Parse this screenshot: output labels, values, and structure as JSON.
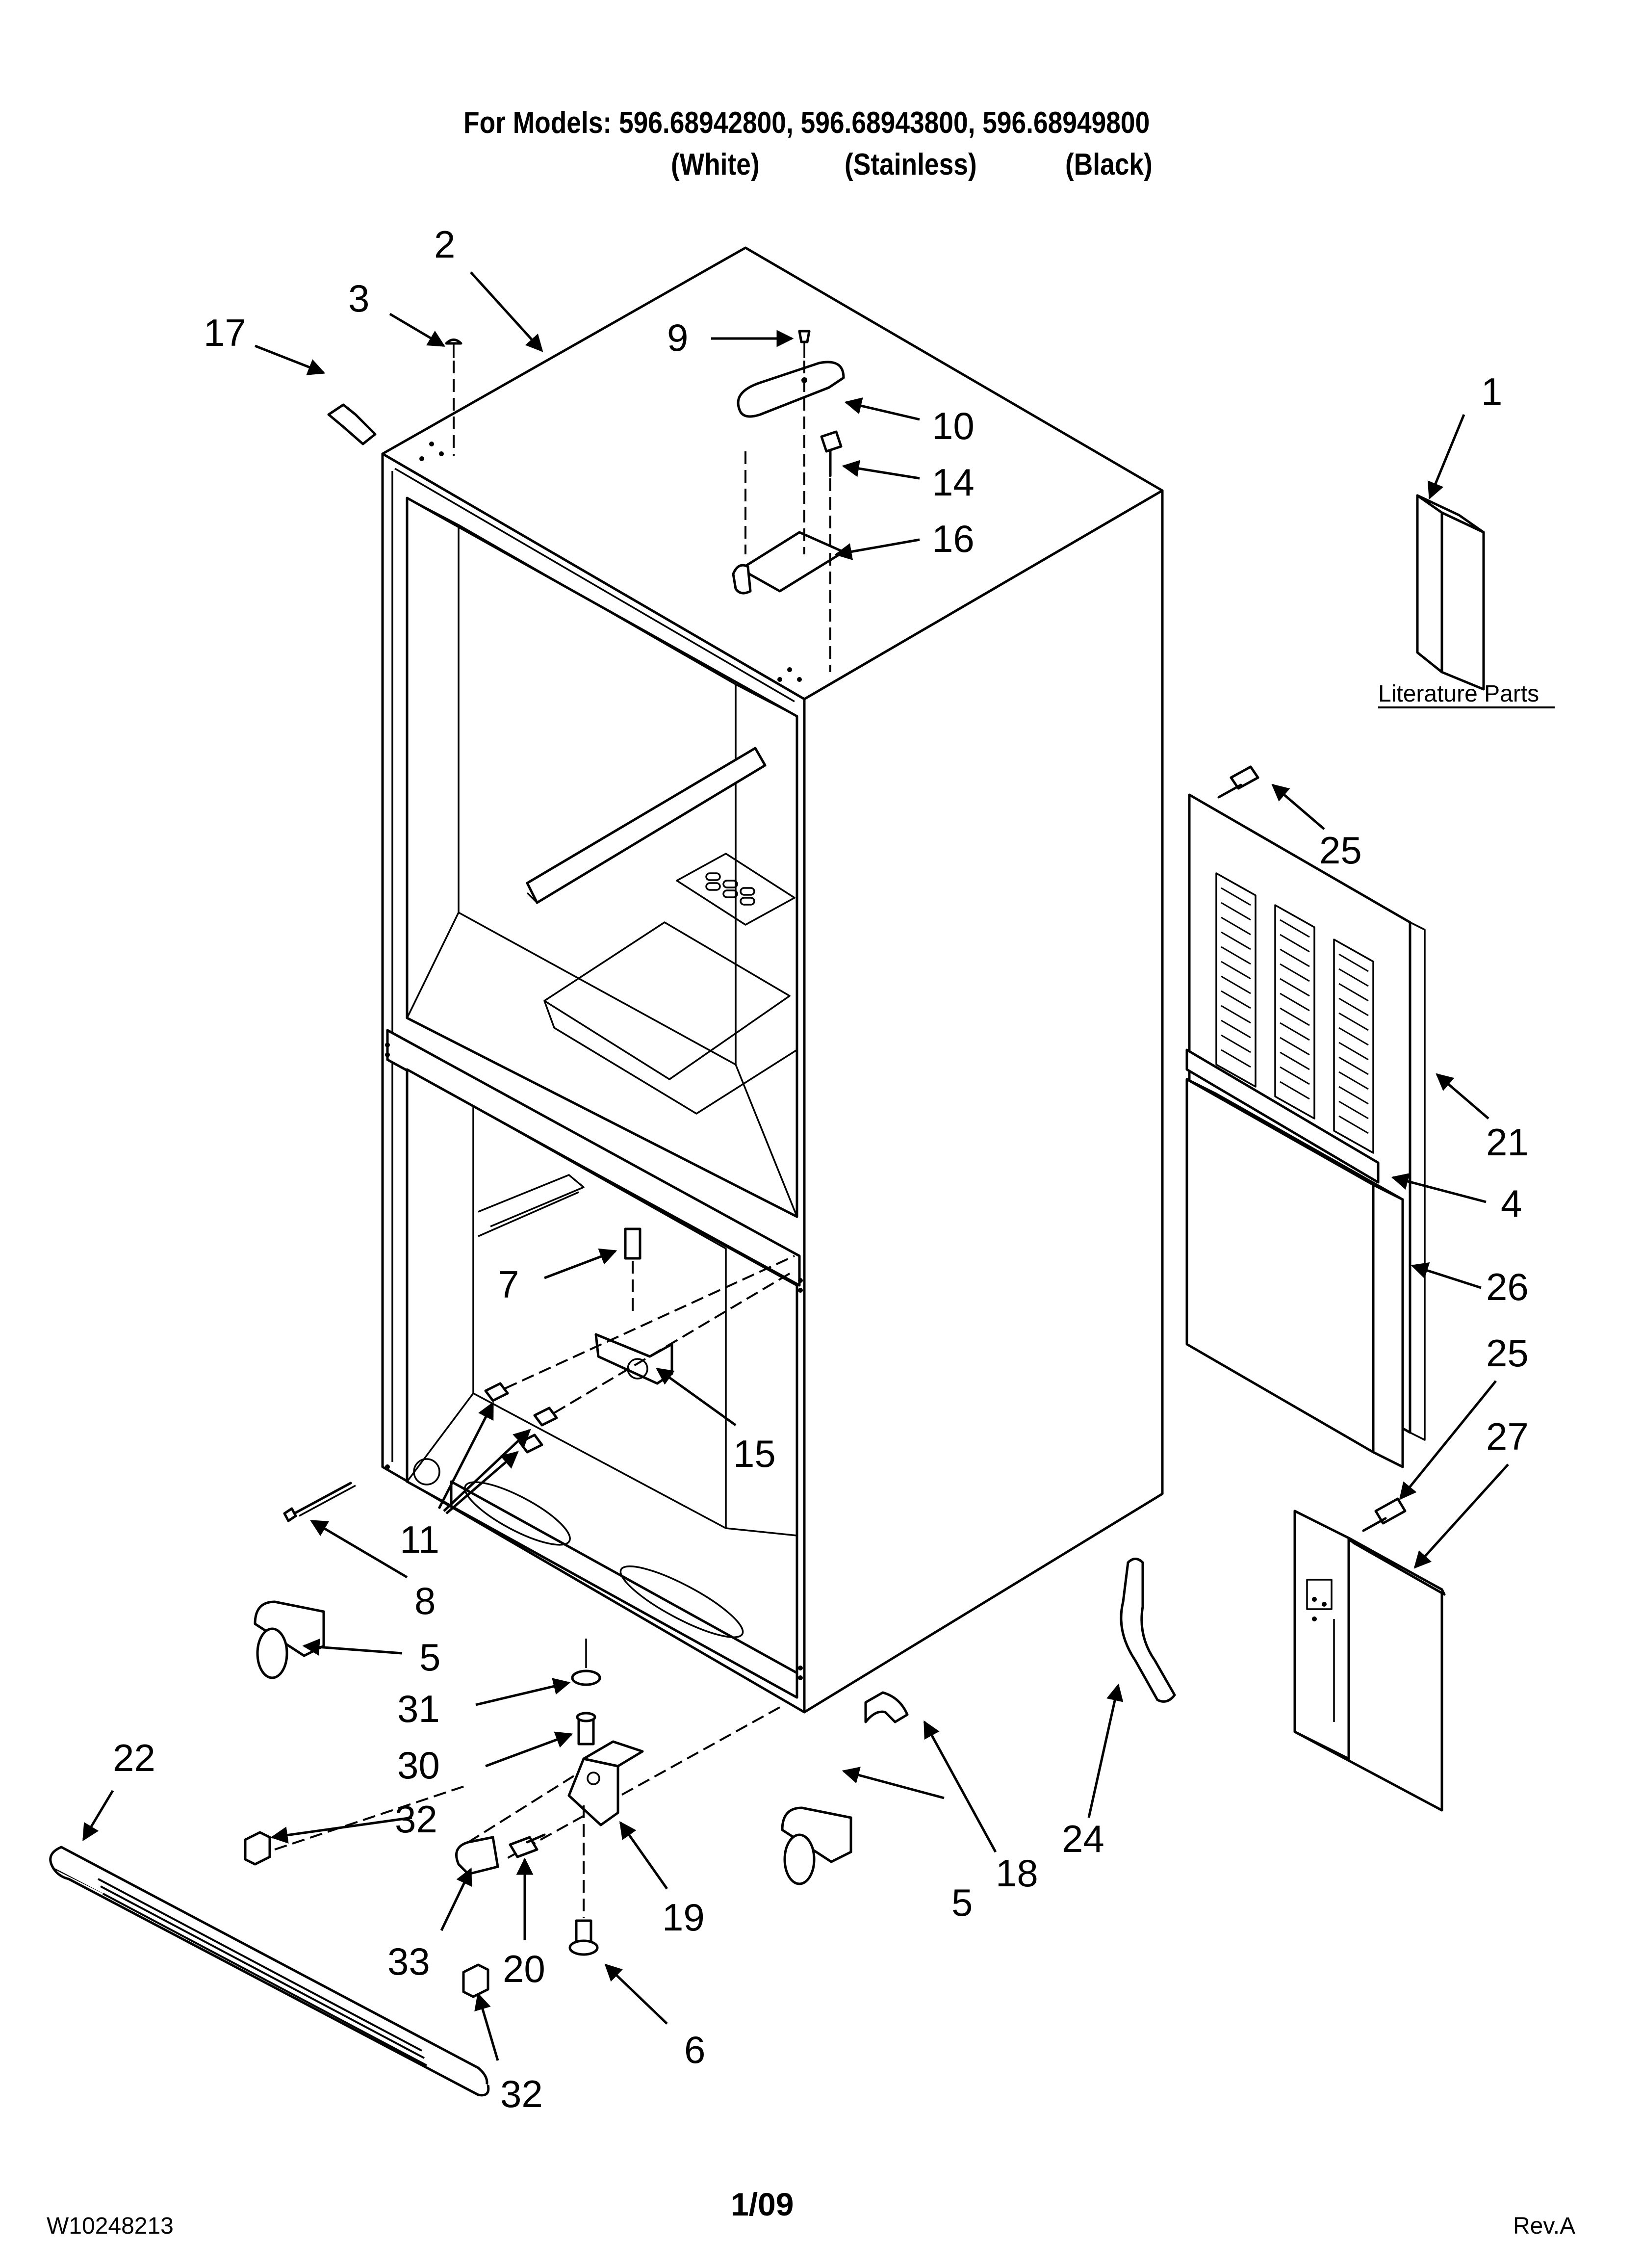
{
  "header": {
    "models_line": "For Models: 596.68942800, 596.68943800, 596.68949800",
    "finish_white": "(White)",
    "finish_stainless": "(Stainless)",
    "finish_black": "(Black)"
  },
  "literature": {
    "label": "Literature Parts"
  },
  "callouts": {
    "c1": "1",
    "c2": "2",
    "c3": "3",
    "c4": "4",
    "c5a": "5",
    "c5b": "5",
    "c6": "6",
    "c7": "7",
    "c8": "8",
    "c9": "9",
    "c10": "10",
    "c11": "11",
    "c14": "14",
    "c15": "15",
    "c16": "16",
    "c17": "17",
    "c18": "18",
    "c19": "19",
    "c20": "20",
    "c21": "21",
    "c22": "22",
    "c24": "24",
    "c25a": "25",
    "c25b": "25",
    "c26": "26",
    "c27": "27",
    "c30": "30",
    "c31": "31",
    "c32a": "32",
    "c32b": "32",
    "c33": "33"
  },
  "footer": {
    "doc_number": "W10248213",
    "date": "1/09",
    "revision": "Rev.A"
  }
}
